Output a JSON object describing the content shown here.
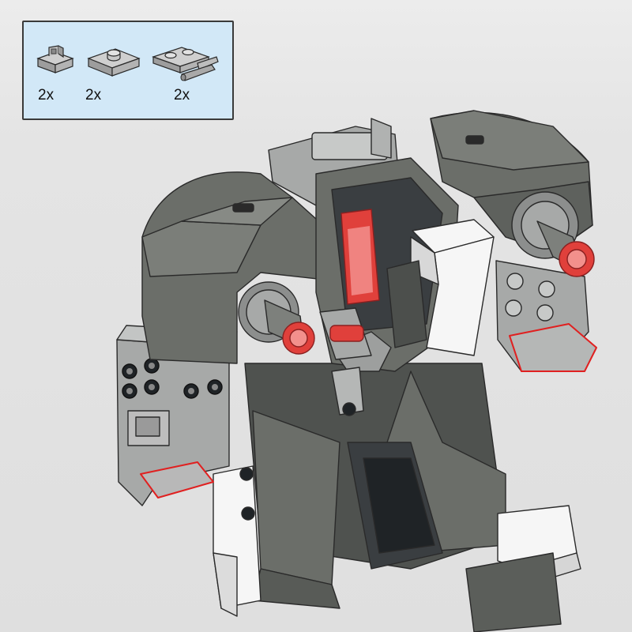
{
  "step": {
    "parts_callout": {
      "items": [
        {
          "name": "plate-1x1-clip",
          "quantity": "2x"
        },
        {
          "name": "plate-1x2-jumper",
          "quantity": "2x"
        },
        {
          "name": "plate-1x2-bar-handle",
          "quantity": "2x"
        }
      ]
    },
    "model": {
      "subject": "mech-robot-torso"
    },
    "colors": {
      "dark_bluish_gray": "#6b6e69",
      "light_bluish_gray": "#a7a9a8",
      "white": "#f6f6f6",
      "trans_red": "#e0403b",
      "black": "#1f2326",
      "highlight_outline": "#e02020",
      "callout_background": "#d2e8f7"
    }
  }
}
